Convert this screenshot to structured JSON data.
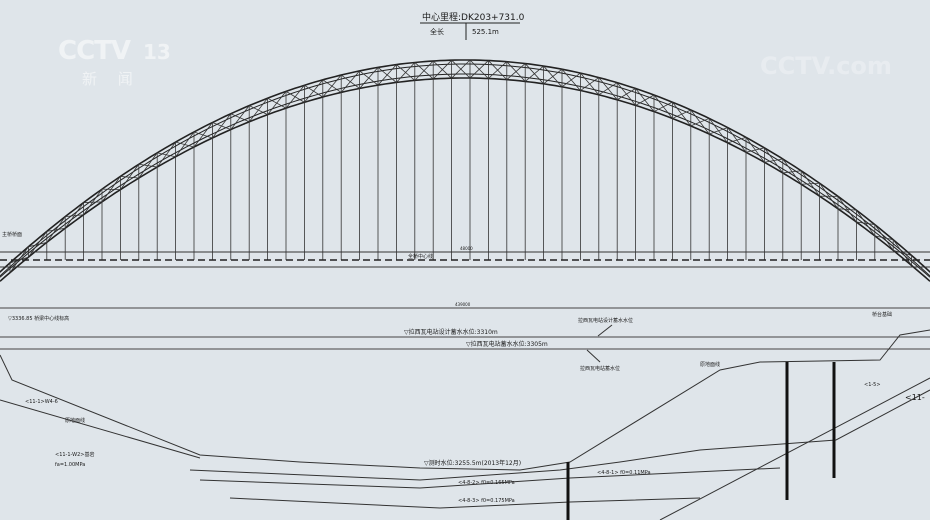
{
  "overlay": {
    "channel_logo": "CCTV",
    "channel_number": "13",
    "channel_name": "新 闻",
    "watermark": "CCTV.com"
  },
  "drawing": {
    "center_mileage": "中心里程:DK203+731.0",
    "total_length_label": "全长",
    "total_length_value": "525.1m",
    "span_dim": "48000",
    "deck_center_label": "全桥中心线",
    "deck_label": "主桥桥面",
    "bridge_length_dim": "439000",
    "left_elev": "▽3336.85 桥梁中心线标高",
    "design_water_level": "▽拉西瓦电站设计蓄水水位:3310m",
    "water_level": "▽拉西瓦电站蓄水水位:3305m",
    "design_water_level_callout": "拉西瓦电站设计蓄水水位",
    "water_level_callout": "拉西瓦电站蓄水位",
    "measured_water_level": "▽测时水位:3255.5m(2013年12月)",
    "ground_line_left": "原地面线",
    "ground_line_right": "原地面线",
    "soil_left_1": "<11-1>W4-6",
    "soil_left_2": "<11-1-W2>基岩",
    "soil_left_fa": "fa=1.00MPa",
    "soil_mid_1": "<4-8-2> f0=0.165MPa",
    "soil_mid_2": "<4-8-3> f0=0.175MPa",
    "soil_right_1": "<4-8-1> f0=0.11MPa",
    "soil_right_2": "<1-5>",
    "soil_right_3": "<11-",
    "right_abutment": "桥台基础"
  }
}
